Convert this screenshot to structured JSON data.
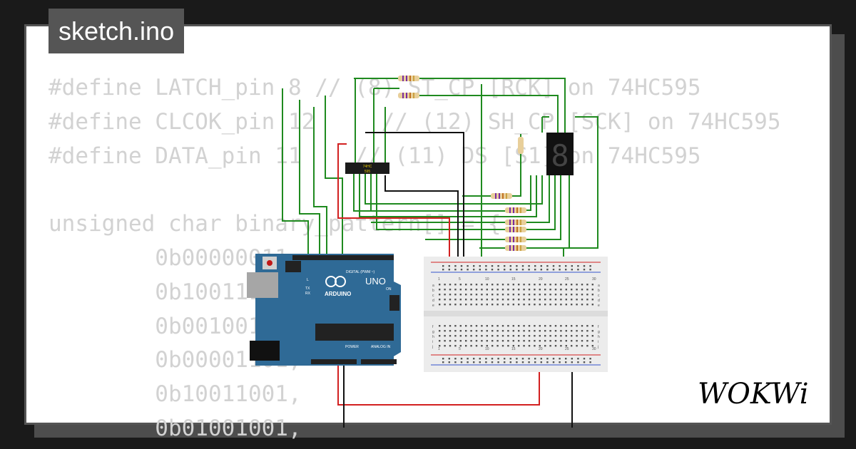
{
  "tab": {
    "title": "sketch.ino"
  },
  "code_lines": [
    "#define LATCH_pin 8 // (8) ST_CP [RCK] on 74HC595",
    "#define CLCOK_pin 12     // (12) SH_CP [SCK] on 74HC595",
    "#define DATA_pin 11    // (11) DS [S1] on 74HC595",
    "",
    "unsigned char binary_pattern[] = {",
    "        0b00000011,",
    "        0b10011111,",
    "        0b00100101,",
    "        0b00001101,",
    "        0b10011001,",
    "        0b01001001,"
  ],
  "arduino": {
    "brand": "ARDUINO",
    "model": "UNO",
    "digital_label": "DIGITAL (PWM ~)",
    "power_label": "POWER",
    "analog_label": "ANALOG IN",
    "on_label": "ON",
    "l_label": "L",
    "tx_label": "TX",
    "rx_label": "RX"
  },
  "chip": {
    "label_line1": "74HC",
    "label_line2": "595"
  },
  "display": {
    "digit": "8"
  },
  "breadboard": {
    "column_numbers": [
      "1",
      "5",
      "10",
      "15",
      "20",
      "25",
      "30"
    ],
    "row_letters_top": [
      "a",
      "b",
      "c",
      "d",
      "e"
    ],
    "row_letters_bottom": [
      "f",
      "g",
      "h",
      "i",
      "j"
    ]
  },
  "logo": {
    "text": "WOKWi"
  },
  "colors": {
    "wire_green": "#1f8a1f",
    "wire_red": "#d22020",
    "wire_black": "#111111",
    "arduino_blue": "#2f6a96",
    "background": "#1a1a1a"
  }
}
